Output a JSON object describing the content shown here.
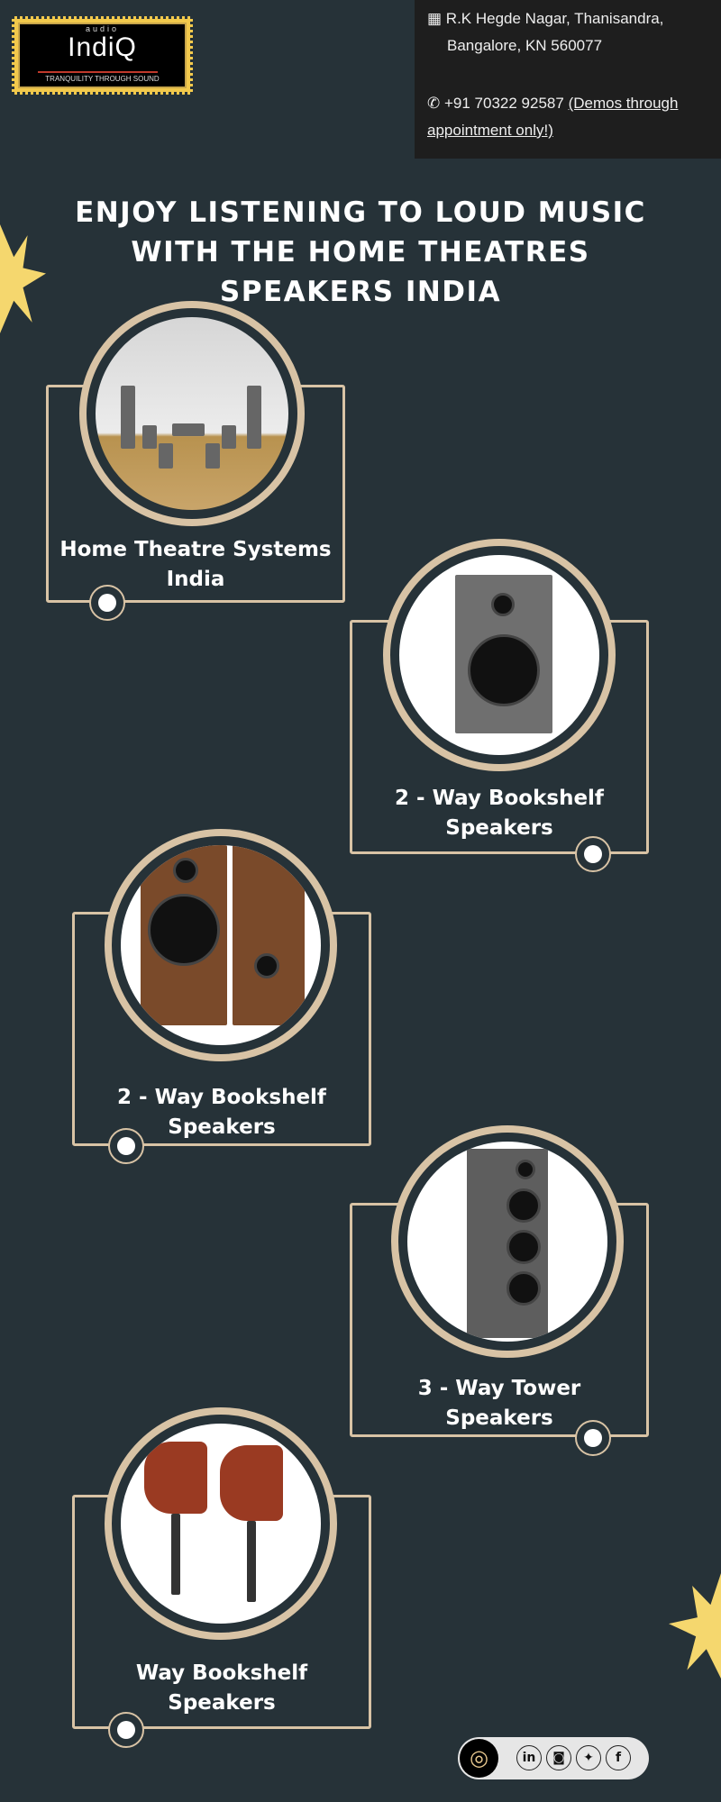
{
  "logo": {
    "brand_small": "audio",
    "brand": "IndiQ",
    "tagline": "TRANQUILITY THROUGH SOUND"
  },
  "contact": {
    "address_line1": "R.K Hegde Nagar, Thanisandra,",
    "address_line2": "Bangalore, KN 560077",
    "phone": "+91 70322 92587",
    "demo_note": "(Demos through appointment only!)"
  },
  "title": {
    "line1": "ENJOY LISTENING TO LOUD MUSIC",
    "line2": "WITH THE HOME THEATRES",
    "line3": "SPEAKERS INDIA"
  },
  "cards": [
    {
      "line1": "Home Theatre Systems",
      "line2": "India"
    },
    {
      "line1": "2 - Way Bookshelf",
      "line2": "Speakers"
    },
    {
      "line1": "2 - Way Bookshelf",
      "line2": "Speakers"
    },
    {
      "line1": "3 - Way Tower",
      "line2": "Speakers"
    },
    {
      "line1": "Way Bookshelf",
      "line2": "Speakers"
    }
  ],
  "footer": {
    "icons": [
      "linkedin-icon",
      "instagram-icon",
      "twitter-icon",
      "facebook-icon"
    ],
    "linkedin": "in",
    "facebook": "f"
  },
  "colors": {
    "background": "#263238",
    "accent": "#d8c3a5",
    "star": "#f5d76e"
  }
}
